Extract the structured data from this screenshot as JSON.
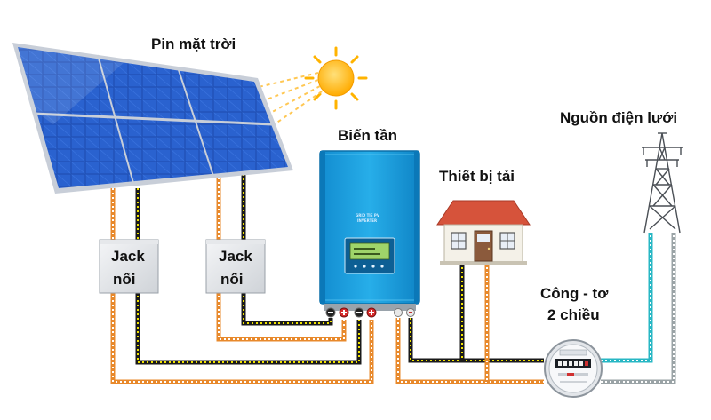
{
  "labels": {
    "solar_panel": "Pin mặt trời",
    "inverter": "Biến tần",
    "load": "Thiết bị tải",
    "grid": "Nguồn điện lưới",
    "meter_line1": "Công - tơ",
    "meter_line2": "2 chiều",
    "jack1_line1": "Jack",
    "jack1_line2": "nối",
    "jack2_line1": "Jack",
    "jack2_line2": "nối"
  },
  "inverter_screen": {
    "line1": "GRID TIE PV",
    "line2": "INVERTER"
  },
  "colors": {
    "panel": "#1f4fb4",
    "panel_frame": "#c8ced8",
    "sun": "#ffb300",
    "inverter": "#1aa0e0",
    "wire_orange": "#e8892b",
    "wire_black": "#1a1a1a",
    "wire_cyan": "#28b7c4",
    "roof": "#d6533b"
  }
}
